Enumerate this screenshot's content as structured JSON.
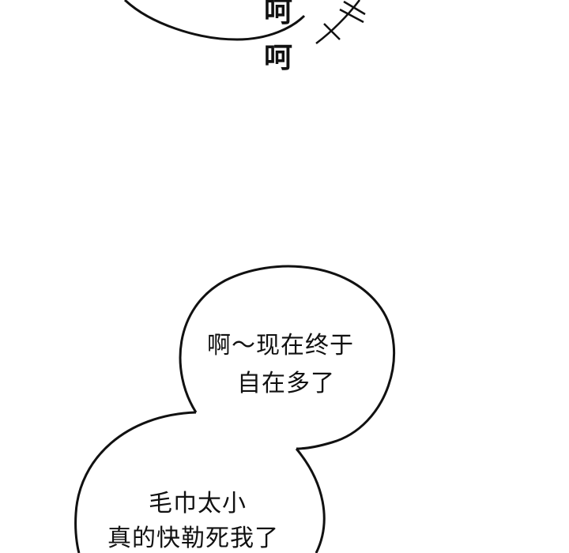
{
  "panel": {
    "background": "#ffffff",
    "ink_color": "#111111"
  },
  "sfx": {
    "top_partial": "呵",
    "bottom": "呵"
  },
  "bubble_upper": {
    "line1": "啊～现在终于",
    "line2": "自在多了"
  },
  "bubble_lower": {
    "line1": "毛巾太小",
    "line2": "真的快勒死我了"
  }
}
